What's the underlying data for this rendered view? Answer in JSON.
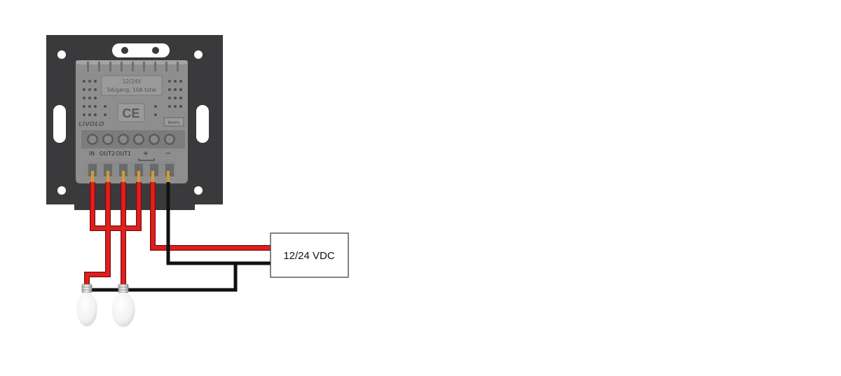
{
  "module": {
    "spec_line1": "12/24V",
    "spec_line2": "5A/gang, 10A total",
    "brand": "LIVOLO",
    "cert": "CE",
    "strip_label": "6mm",
    "terminals": {
      "in": "IN",
      "out2": "OUT2",
      "out1": "OUT1",
      "plus": "+",
      "minus": "−"
    }
  },
  "power_supply": {
    "label": "12/24 VDC"
  },
  "colors": {
    "mount_plate": "#3a3a3c",
    "module_body": "#8e8e8e",
    "wire_positive": "#e0201e",
    "wire_negative": "#111111",
    "power_box_border": "#333333"
  },
  "icons": {
    "bulb": "light-bulb-icon"
  }
}
